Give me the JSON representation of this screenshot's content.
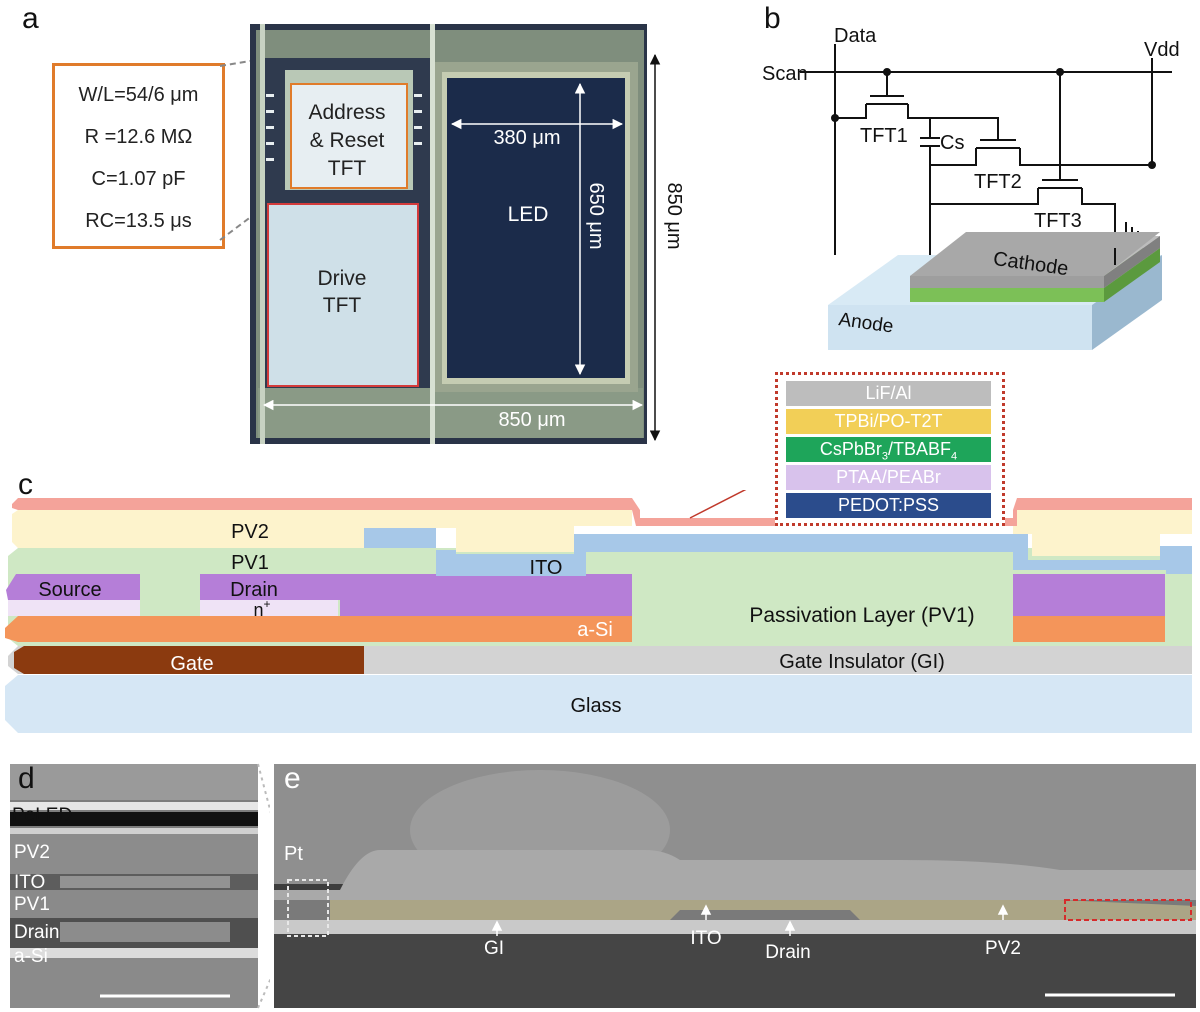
{
  "panels": {
    "a": "a",
    "b": "b",
    "c": "c",
    "d": "d",
    "e": "e"
  },
  "panel_a": {
    "specs": [
      "W/L=54/6 μm",
      "R =12.6 MΩ",
      "C=1.07 pF",
      "RC=13.5 μs"
    ],
    "address_tft": [
      "Address",
      "& Reset",
      "TFT"
    ],
    "drive_tft": [
      "Drive",
      "TFT"
    ],
    "led": "LED",
    "dim_380": "380 μm",
    "dim_650": "650 μm",
    "dim_850_h": "850 μm",
    "dim_850_v": "850 μm"
  },
  "panel_b": {
    "data": "Data",
    "vdd": "Vdd",
    "scan": "Scan",
    "tft1": "TFT1",
    "cs": "Cs",
    "tft2": "TFT2",
    "tft3": "TFT3",
    "cathode": "Cathode",
    "anode": "Anode"
  },
  "panel_c": {
    "pv2": "PV2",
    "pv1": "PV1",
    "ito": "ITO",
    "source": "Source",
    "drain": "Drain",
    "n_plus": "n",
    "n_plus_sup": "+",
    "asi": "a-Si",
    "passivation": "Passivation Layer (PV1)",
    "gate": "Gate",
    "gi": "Gate Insulator (GI)",
    "glass": "Glass",
    "stack": [
      "LiF/Al",
      "TPBi/PO-T2T",
      "CsPbBr3/TBABF4",
      "PTAA/PEABr",
      "PEDOT:PSS"
    ],
    "stack_parts": {
      "cspb": "CsPbBr",
      "sub3": "3",
      "tbabf": "/TBABF",
      "sub4": "4"
    }
  },
  "panel_d": {
    "peled": "PeLED",
    "pv2": "PV2",
    "ito": "ITO",
    "pv1": "PV1",
    "drain": "Drain",
    "asi": "a-Si"
  },
  "panel_e": {
    "pt": "Pt",
    "gi": "GI",
    "ito": "ITO",
    "drain": "Drain",
    "pv2": "PV2"
  },
  "colors": {
    "orange_box": "#e07b2a",
    "lif": "#bdbdbd",
    "tpbi": "#f2cf57",
    "cspb": "#1ea55a",
    "ptaa": "#d8c2ec",
    "pedot": "#2b4c8c",
    "pv2": "#fdf3cc",
    "pv1": "#cfe8c4",
    "ito": "#a7c8e8",
    "source": "#b57ed8",
    "asi": "#f4955a",
    "gate": "#8b3a0f",
    "gi": "#d3d3d3",
    "glass": "#d6e7f5",
    "top": "#f4a39a"
  }
}
